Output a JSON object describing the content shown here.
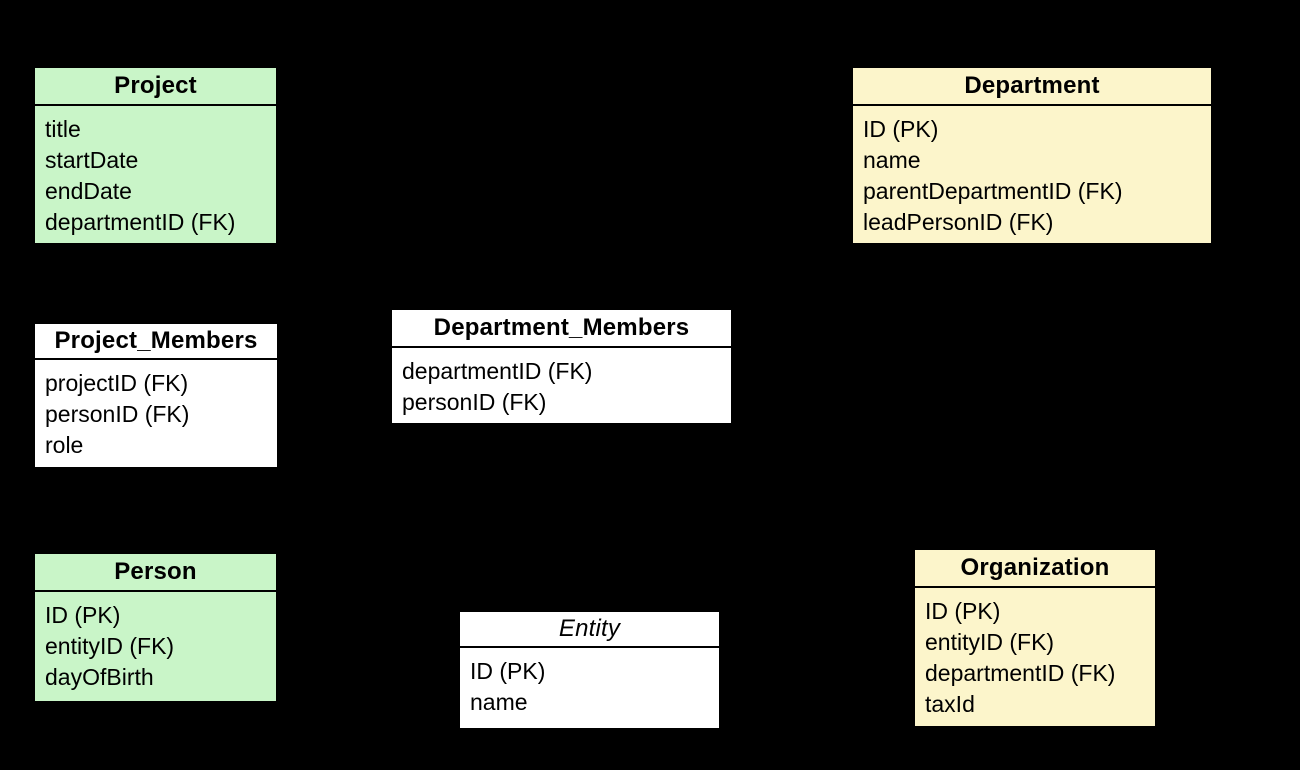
{
  "diagram": {
    "type": "entity-relationship-diagram",
    "background": "#000000"
  },
  "colors": {
    "background": "#000000",
    "green": "#C9F5C8",
    "yellow": "#FCF5CB",
    "white": "#FFFFFF",
    "border": "#000000",
    "text": "#000000"
  },
  "tables": {
    "project": {
      "title": "Project",
      "fields": [
        "title",
        "startDate",
        "endDate",
        "departmentID (FK)"
      ]
    },
    "department": {
      "title": "Department",
      "fields": [
        "ID (PK)",
        "name",
        "parentDepartmentID (FK)",
        "leadPersonID (FK)"
      ]
    },
    "project_members": {
      "title": "Project_Members",
      "fields": [
        "projectID (FK)",
        "personID (FK)",
        "role"
      ]
    },
    "department_members": {
      "title": "Department_Members",
      "fields": [
        "departmentID (FK)",
        "personID (FK)"
      ]
    },
    "person": {
      "title": "Person",
      "fields": [
        "ID (PK)",
        "entityID (FK)",
        "dayOfBirth"
      ]
    },
    "entity": {
      "title": "Entity",
      "fields": [
        "ID (PK)",
        "name"
      ]
    },
    "organization": {
      "title": "Organization",
      "fields": [
        "ID (PK)",
        "entityID (FK)",
        "departmentID (FK)",
        "taxId"
      ]
    }
  }
}
